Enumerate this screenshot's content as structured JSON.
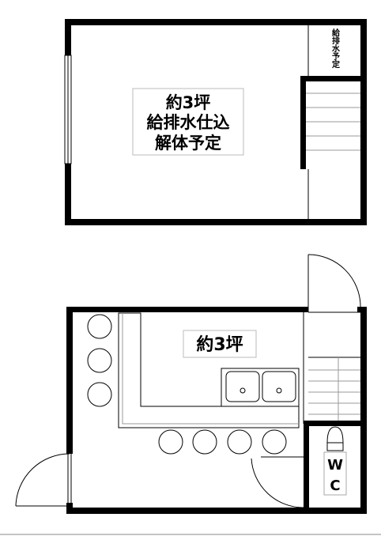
{
  "upper_floor": {
    "label_line1": "約3坪",
    "label_line2": "給排水仕込",
    "label_line3": "解体予定",
    "side_label": "給排水予定"
  },
  "lower_floor": {
    "room_label": "約3坪",
    "wc_label_1": "W",
    "wc_label_2": "C"
  },
  "colors": {
    "wall": "#000000",
    "background": "#ffffff",
    "fixture_line": "#9a9a9a"
  }
}
